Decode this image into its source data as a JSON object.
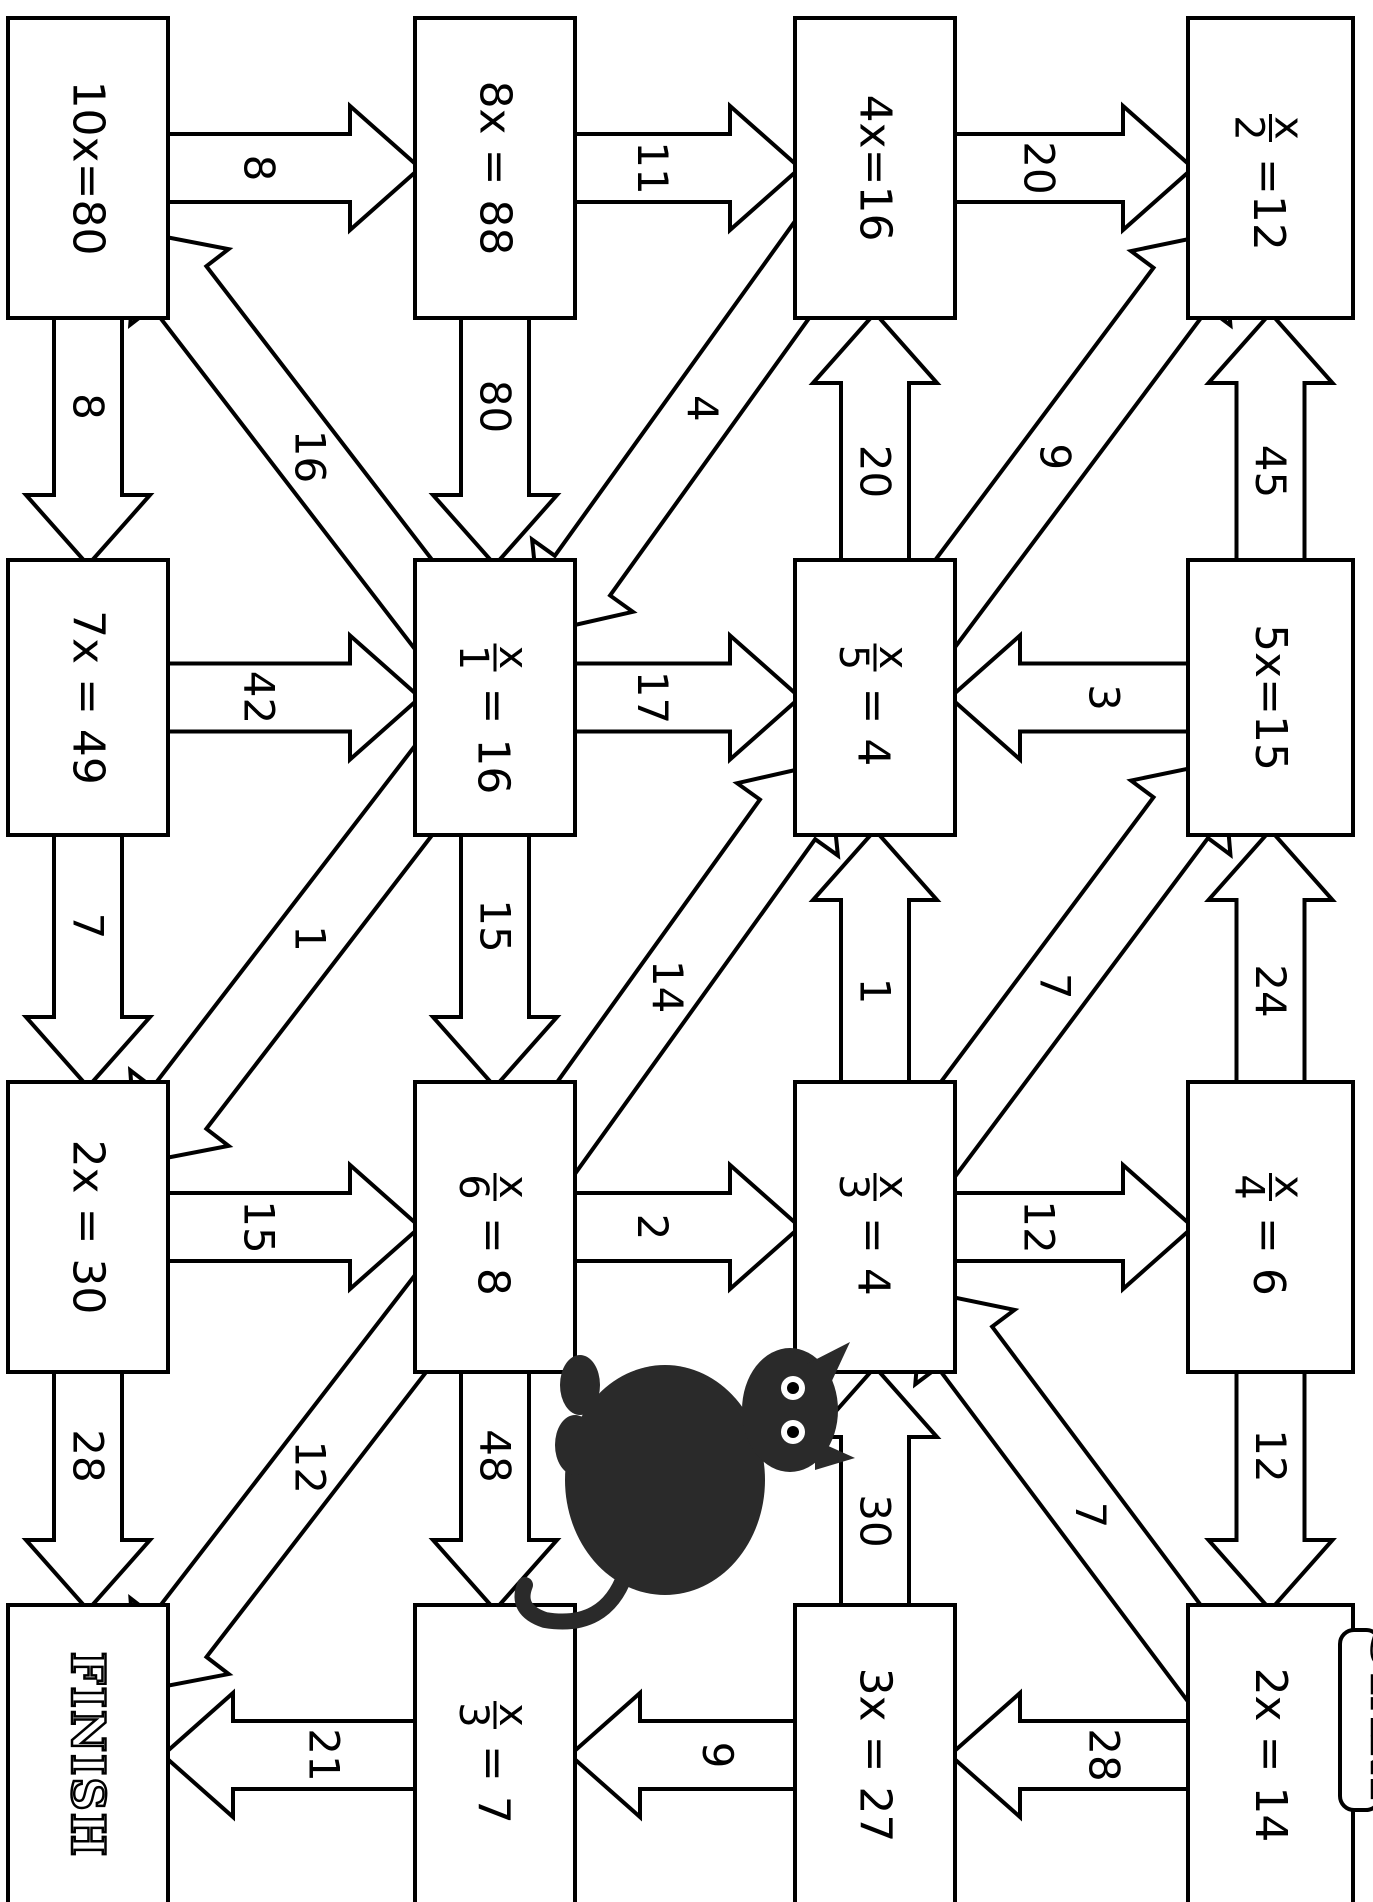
{
  "cells": {
    "r0c0": {
      "text": "10x=80"
    },
    "r0c1": {
      "text": "8x = 88"
    },
    "r0c2": {
      "text": "4x=16"
    },
    "r0c3": {
      "num": "x",
      "den": "2",
      "rhs": "=12"
    },
    "r1c0": {
      "text": "7x = 49"
    },
    "r1c1": {
      "num": "x",
      "den": "1",
      "rhs": "= 16"
    },
    "r1c2": {
      "num": "x",
      "den": "5",
      "rhs": "= 4"
    },
    "r1c3": {
      "text": "5x=15"
    },
    "r2c0": {
      "text": "2x = 30"
    },
    "r2c1": {
      "num": "x",
      "den": "6",
      "rhs": "= 8"
    },
    "r2c2": {
      "num": "x",
      "den": "3",
      "rhs": "= 4"
    },
    "r2c3": {
      "num": "x",
      "den": "4",
      "rhs": "= 6"
    },
    "r3c0": {
      "text": "FINISH"
    },
    "r3c1": {
      "num": "x",
      "den": "3",
      "rhs": "= 7"
    },
    "r3c2": {
      "text": "3x = 27"
    },
    "r3c3": {
      "text": "2x = 14"
    }
  },
  "arrows": {
    "a_r0c0_r0c1": "8",
    "a_r0c1_r0c2": "11",
    "a_r0c2_r0c3": "20",
    "a_r0c0_r1c0": "8",
    "a_r0c1_r1c1": "80",
    "a_r1c2_r0c2": "20",
    "a_r1c3_r0c3": "45",
    "a_r1c1_r0c0": "16",
    "a_r0c2_r1c1": "4",
    "a_r1c2_r0c3": "9",
    "a_r1c0_r1c1": "42",
    "a_r1c1_r1c2": "17",
    "a_r1c3_r1c2": "3",
    "a_r1c0_r2c0": "7",
    "a_r1c1_r2c1": "15",
    "a_r2c2_r1c2": "1",
    "a_r2c3_r1c3": "24",
    "a_r1c1_r2c0": "1",
    "a_r2c1_r1c2": "14",
    "a_r2c2_r1c3": "7",
    "a_r2c0_r2c1": "15",
    "a_r2c1_r2c2": "2",
    "a_r2c2_r2c3": "12",
    "a_r2c0_r3c0": "28",
    "a_r2c1_r3c1": "48",
    "a_r3c2_r2c2": "30",
    "a_r2c3_r3c3": "12",
    "a_r2c1_r3c0": "12",
    "a_r3c3_r2c2": "7",
    "a_r3c1_r3c0": "21",
    "a_r3c2_r3c1": "9",
    "a_r3c3_r3c2": "28"
  },
  "start_label": "START",
  "cat_icon": "black-cat-icon"
}
